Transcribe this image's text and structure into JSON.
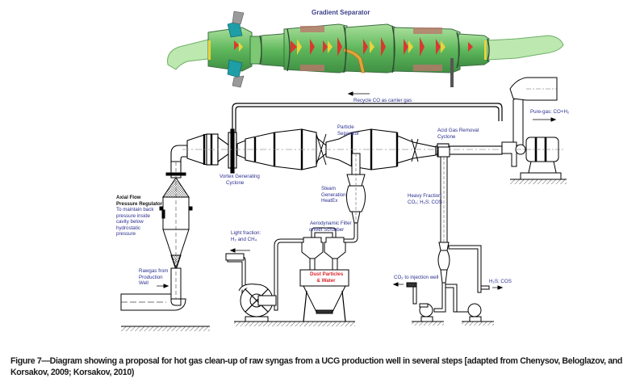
{
  "figure": {
    "top_render_title": "Gradient Separator",
    "labels": {
      "recycle_co": "Recycle CO as carrier gas",
      "pure_gas": "Pure-gas: CO+H₂",
      "particle_separator": [
        "Particle",
        "Separator"
      ],
      "acid_gas_removal": [
        "Acid Gas Removal",
        "Cyclone"
      ],
      "vortex_cyclone": [
        "Vortex Generating",
        "Cyclone"
      ],
      "axial_flow_title": [
        "Axial Flow",
        "Pressure Regulator"
      ],
      "axial_flow_desc": [
        "To maintain back",
        "pressure inside",
        "cavity below",
        "hydrostatic",
        "pressure"
      ],
      "steam_generation": [
        "Steam",
        "Generation",
        "HeatEx"
      ],
      "aerodynamic_filter": "Aerodynamic Filter",
      "or": "or",
      "wet_scrubber": "Wet Scrubber",
      "dust_particles": [
        "Dust Particles",
        "& Water"
      ],
      "light_fraction": [
        "Light fraction:",
        "H₂ and CH₄"
      ],
      "heavy_fraction": [
        "Heavy Fraction:",
        "CO₂; H₂S; COS"
      ],
      "rawgas": [
        "Rawgas from",
        "Production",
        "Well"
      ],
      "co2_injection": "CO₂ to injection well",
      "h2s_cos": "H₂S; COS"
    },
    "colors": {
      "label_blue": "#2b2f8f",
      "label_red": "#d8242a",
      "separator_green": "#6dc26a",
      "separator_teal": "#1e9ea6",
      "separator_red": "#d9382e",
      "separator_yellow": "#e9d33a",
      "separator_orange": "#e3a33a"
    },
    "caption": "Figure 7—Diagram showing a proposal for hot gas clean-up of raw syngas from a UCG production well in several steps [adapted from Chenysov, Beloglazov, and Korsakov, 2009; Korsakov, 2010)"
  }
}
